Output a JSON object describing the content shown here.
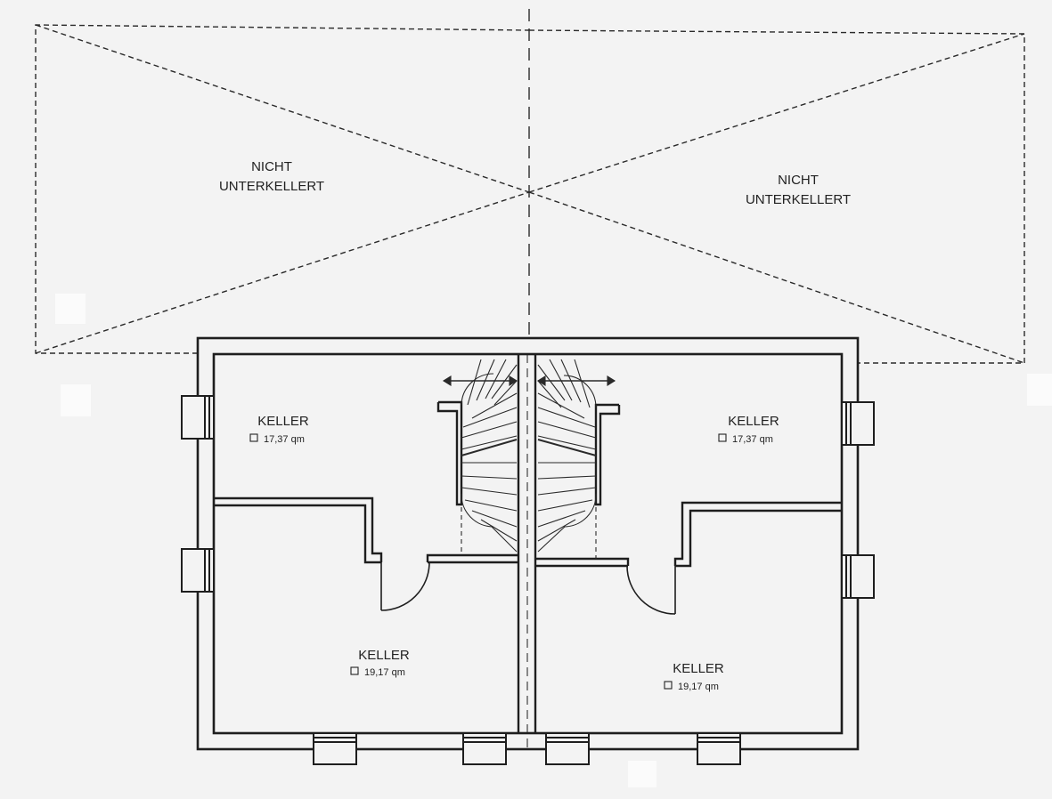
{
  "not_excavated_left": {
    "line1": "NICHT",
    "line2": "UNTERKELLERT"
  },
  "not_excavated_right": {
    "line1": "NICHT",
    "line2": "UNTERKELLERT"
  },
  "rooms": {
    "top_left": {
      "name": "KELLER",
      "area": "17,37 qm"
    },
    "top_right": {
      "name": "KELLER",
      "area": "17,37 qm"
    },
    "bottom_left": {
      "name": "KELLER",
      "area": "19,17 qm"
    },
    "bottom_right": {
      "name": "KELLER",
      "area": "19,17 qm"
    }
  }
}
